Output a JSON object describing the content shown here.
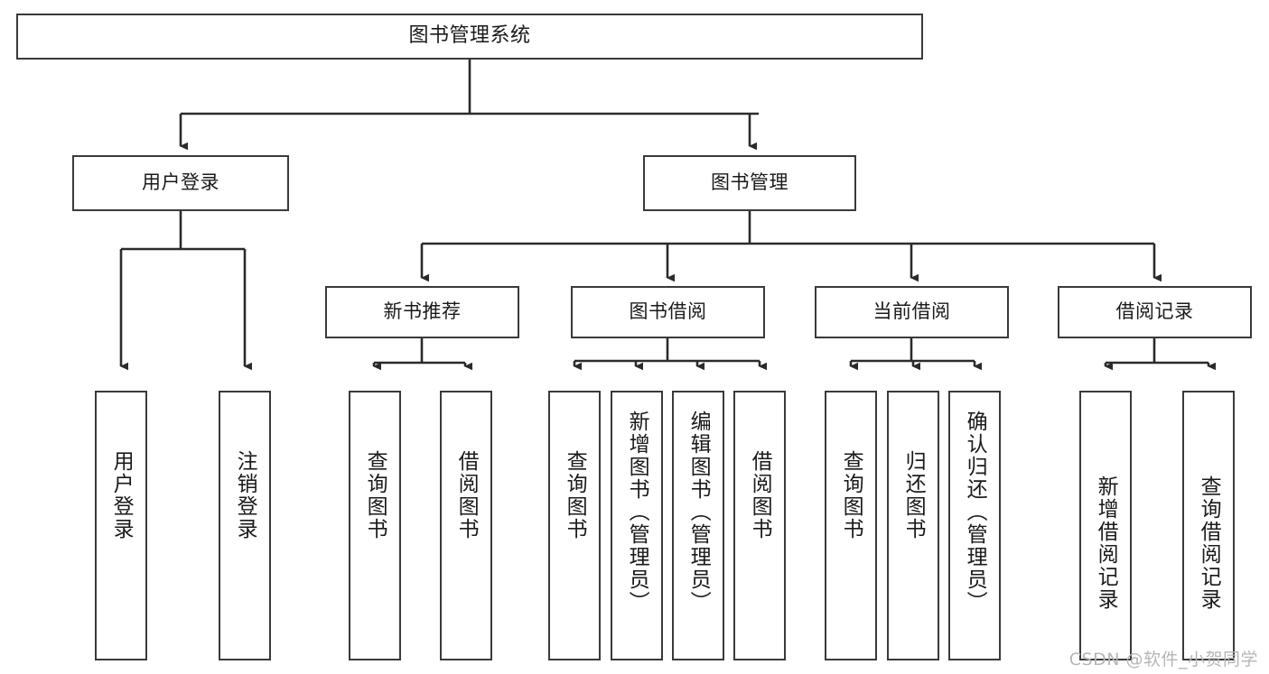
{
  "diagram": {
    "title": "图书管理系统",
    "type": "tree-hierarchy-diagram",
    "colors": {
      "background": "#ffffff",
      "box_border": "#3a3a3a",
      "box_fill": "#ffffff",
      "connector": "#2b2b2b",
      "text": "#1a1a1a",
      "watermark": "#b6b6b6"
    },
    "nodes": {
      "root": {
        "label": "图书管理系统"
      },
      "level1": [
        {
          "id": "user-login",
          "label": "用户登录"
        },
        {
          "id": "book-management",
          "label": "图书管理"
        }
      ],
      "level2": [
        {
          "id": "new-book-recommend",
          "label": "新书推荐"
        },
        {
          "id": "book-borrow",
          "label": "图书借阅"
        },
        {
          "id": "current-borrow",
          "label": "当前借阅"
        },
        {
          "id": "borrow-record",
          "label": "借阅记录"
        }
      ],
      "leaves": {
        "user-login": [
          {
            "id": "leaf-user-login",
            "label": "用户登录"
          },
          {
            "id": "leaf-logout-login",
            "label": "注销登录"
          }
        ],
        "new-book-recommend": [
          {
            "id": "leaf-query-book-1",
            "label": "查询图书"
          },
          {
            "id": "leaf-borrow-book-1",
            "label": "借阅图书"
          }
        ],
        "book-borrow": [
          {
            "id": "leaf-query-book-2",
            "label": "查询图书"
          },
          {
            "id": "leaf-add-book-admin",
            "label": "新增图书（管理员）"
          },
          {
            "id": "leaf-edit-book-admin",
            "label": "编辑图书（管理员）"
          },
          {
            "id": "leaf-borrow-book-2",
            "label": "借阅图书"
          }
        ],
        "current-borrow": [
          {
            "id": "leaf-query-book-3",
            "label": "查询图书"
          },
          {
            "id": "leaf-return-book",
            "label": "归还图书"
          },
          {
            "id": "leaf-confirm-return-admin",
            "label": "确认归还（管理员）"
          }
        ],
        "borrow-record": [
          {
            "id": "leaf-add-borrow-record",
            "label": "新增借阅记录"
          },
          {
            "id": "leaf-query-borrow-record",
            "label": "查询借阅记录"
          }
        ]
      }
    },
    "watermark": "CSDN @软件_小贺同学"
  }
}
